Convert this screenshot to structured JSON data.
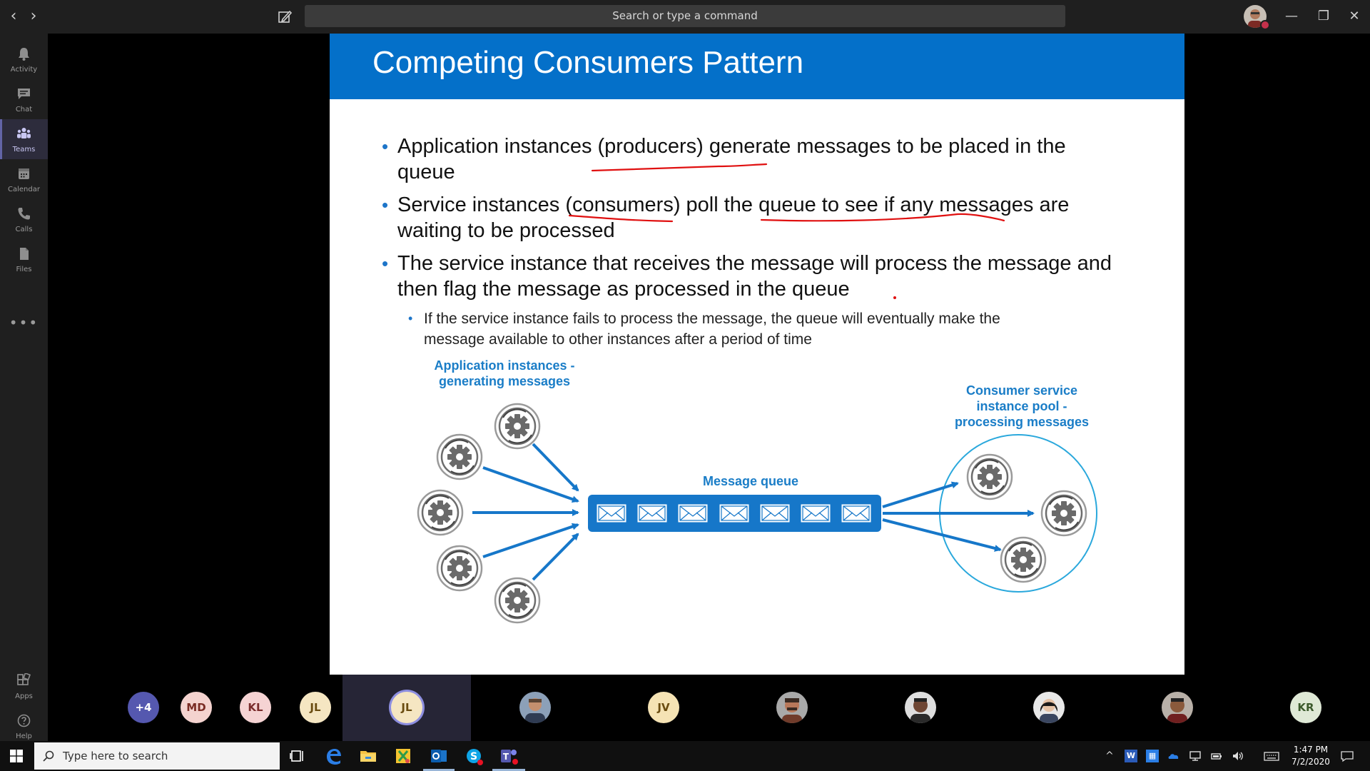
{
  "titlebar": {
    "search_placeholder": "Search or type a command",
    "back_glyph": "‹",
    "forward_glyph": "›",
    "minimize_glyph": "—",
    "restore_glyph": "❐",
    "close_glyph": "✕"
  },
  "rail": {
    "items": [
      {
        "label": "Activity",
        "icon": "bell-icon"
      },
      {
        "label": "Chat",
        "icon": "chat-icon"
      },
      {
        "label": "Teams",
        "icon": "teams-icon",
        "active": true
      },
      {
        "label": "Calendar",
        "icon": "calendar-icon"
      },
      {
        "label": "Calls",
        "icon": "phone-icon"
      },
      {
        "label": "Files",
        "icon": "file-icon"
      }
    ],
    "more_glyph": "•••",
    "bottom": [
      {
        "label": "Apps",
        "icon": "apps-icon"
      },
      {
        "label": "Help",
        "icon": "help-icon"
      }
    ]
  },
  "slide": {
    "title": "Competing Consumers Pattern",
    "bullets": [
      {
        "line1": "Application instances (producers) generate messages to be placed in the",
        "line2": "queue"
      },
      {
        "line1": "Service instances (consumers) poll the queue to see if any messages are",
        "line2": "waiting to be processed"
      },
      {
        "line1": "The service instance that receives the message will process the message and",
        "line2": "then flag the message as processed in the queue"
      }
    ],
    "bullet_glyph": "•",
    "subbullet": {
      "line1": "If the service instance fails to process the message, the queue will eventually make the",
      "line2": "message available to other instances after a period of time"
    },
    "diagram": {
      "producers_label_1": "Application instances -",
      "producers_label_2": "generating messages",
      "queue_label": "Message queue",
      "consumers_label_1": "Consumer service",
      "consumers_label_2": "instance pool -",
      "consumers_label_3": "processing messages",
      "message_count": 7,
      "producer_count": 5,
      "consumer_count": 3,
      "accent_color": "#1677c9",
      "pool_color": "#2aa8dc",
      "ink_color": "#e01010"
    }
  },
  "participants": [
    {
      "initials": "+4",
      "kind": "overflow",
      "bg": "#5558af",
      "fg": "#ffffff"
    },
    {
      "initials": "MD",
      "kind": "initials",
      "bg": "#f4d3cf",
      "fg": "#7a2c24"
    },
    {
      "initials": "KL",
      "kind": "initials",
      "bg": "#f5d3d3",
      "fg": "#7a2c2c"
    },
    {
      "initials": "JL",
      "kind": "initials",
      "bg": "#f5e6c2",
      "fg": "#6a4c10"
    },
    {
      "initials": "JL",
      "kind": "initials",
      "bg": "#f5e6c2",
      "fg": "#6a4c10",
      "speaking": true
    },
    {
      "initials": "",
      "kind": "photo"
    },
    {
      "initials": "JV",
      "kind": "initials",
      "bg": "#f5e3b4",
      "fg": "#6a4c10"
    },
    {
      "initials": "",
      "kind": "photo"
    },
    {
      "initials": "",
      "kind": "photo"
    },
    {
      "initials": "",
      "kind": "photo"
    },
    {
      "initials": "",
      "kind": "photo"
    },
    {
      "initials": "KR",
      "kind": "initials",
      "bg": "#dfe9d6",
      "fg": "#3c5a2c"
    }
  ],
  "taskbar": {
    "search_placeholder": "Type here to search",
    "time": "1:47 PM",
    "date": "7/2/2020"
  }
}
